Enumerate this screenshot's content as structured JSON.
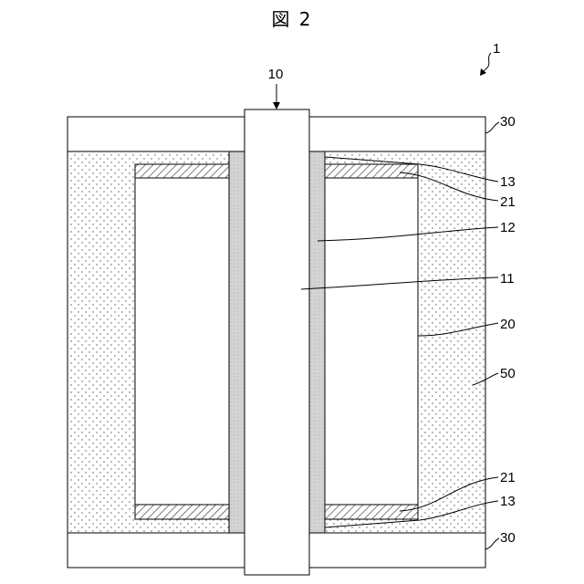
{
  "figure": {
    "title": "図 2",
    "labels": {
      "assembly": "1",
      "shaft": "10",
      "core": "11",
      "layer": "12",
      "ring": "13",
      "end_ring": "21",
      "wall": "20",
      "fill": "50",
      "cap": "30"
    }
  }
}
